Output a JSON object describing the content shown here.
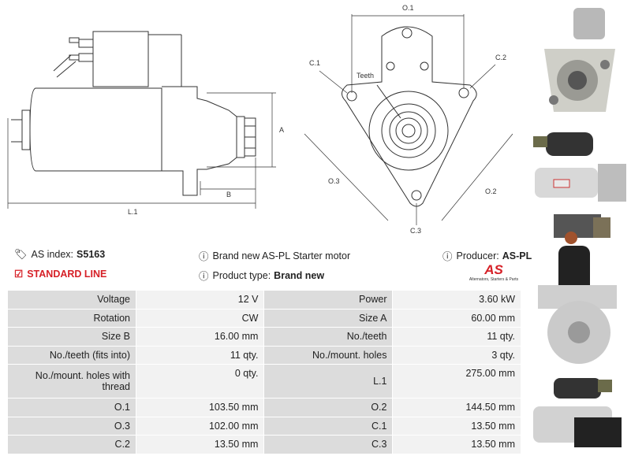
{
  "drawing": {
    "side_labels": {
      "a": "A",
      "b": "B",
      "l1": "L.1"
    },
    "front_labels": {
      "o1": "O.1",
      "o2": "O.2",
      "o3": "O.3",
      "c1": "C.1",
      "c2": "C.2",
      "c3": "C.3",
      "teeth": "Teeth"
    }
  },
  "info": {
    "as_index_label": "AS index:",
    "as_index_value": "S5163",
    "standard_line": "STANDARD LINE",
    "description": "Brand new AS-PL Starter motor",
    "product_type_label": "Product type:",
    "product_type_value": "Brand new",
    "producer_label": "Producer:",
    "producer_value": "AS-PL",
    "logo_text": "AS",
    "logo_tagline": "Alternators, Starters & Parts"
  },
  "specs": [
    [
      {
        "label": "Voltage",
        "value": "12 V"
      },
      {
        "label": "Power",
        "value": "3.60 kW"
      }
    ],
    [
      {
        "label": "Rotation",
        "value": "CW"
      },
      {
        "label": "Size A",
        "value": "60.00 mm"
      }
    ],
    [
      {
        "label": "Size B",
        "value": "16.00 mm"
      },
      {
        "label": "No./teeth",
        "value": "11 qty."
      }
    ],
    [
      {
        "label": "No./teeth (fits into)",
        "value": "11 qty."
      },
      {
        "label": "No./mount. holes",
        "value": "3 qty."
      }
    ],
    [
      {
        "label": "No./mount. holes with thread",
        "value": "0 qty."
      },
      {
        "label": "L.1",
        "value": "275.00 mm"
      }
    ],
    [
      {
        "label": "O.1",
        "value": "103.50 mm"
      },
      {
        "label": "O.2",
        "value": "144.50 mm"
      }
    ],
    [
      {
        "label": "O.3",
        "value": "102.00 mm"
      },
      {
        "label": "C.1",
        "value": "13.50 mm"
      }
    ],
    [
      {
        "label": "C.2",
        "value": "13.50 mm"
      },
      {
        "label": "C.3",
        "value": "13.50 mm"
      }
    ]
  ],
  "colors": {
    "accent": "#d62027",
    "label_cell": "#dcdcdc",
    "value_cell": "#f2f2f2"
  }
}
